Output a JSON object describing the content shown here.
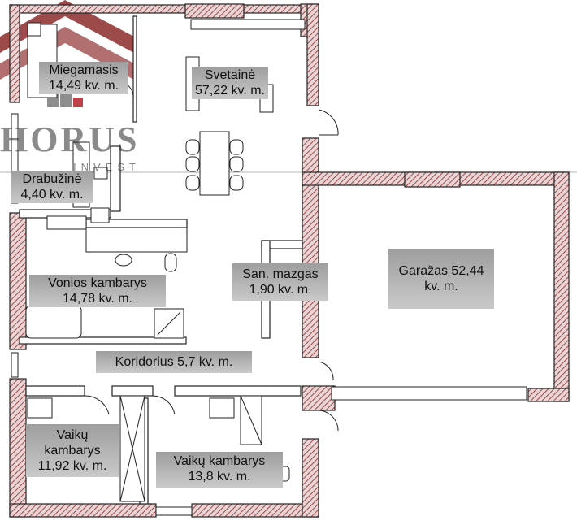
{
  "logo": {
    "text": "HORUS",
    "subtext": "INVEST"
  },
  "rooms": {
    "miegamasis": "Miegamasis 14,49 kv. m.",
    "svetaine": "Svetainė 57,22 kv. m.",
    "drabuzine": "Drabužinė 4,40 kv. m.",
    "garazas": "Garažas 52,44 kv. m.",
    "vonios": "Vonios kambarys 14,78 kv. m.",
    "san_mazgas": "San. mazgas 1,90 kv. m.",
    "koridorius": "Koridorius 5,7 kv. m.",
    "vaiku1": "Vaikų kambarys 11,92 kv. m.",
    "vaiku2": "Vaikų kambarys 13,8 kv. m."
  },
  "colors": {
    "wall_hatch": "#b05a5a",
    "wall_outline": "#222222",
    "label_bg": "#b5b5b5",
    "logo_red": "#b3202a"
  }
}
